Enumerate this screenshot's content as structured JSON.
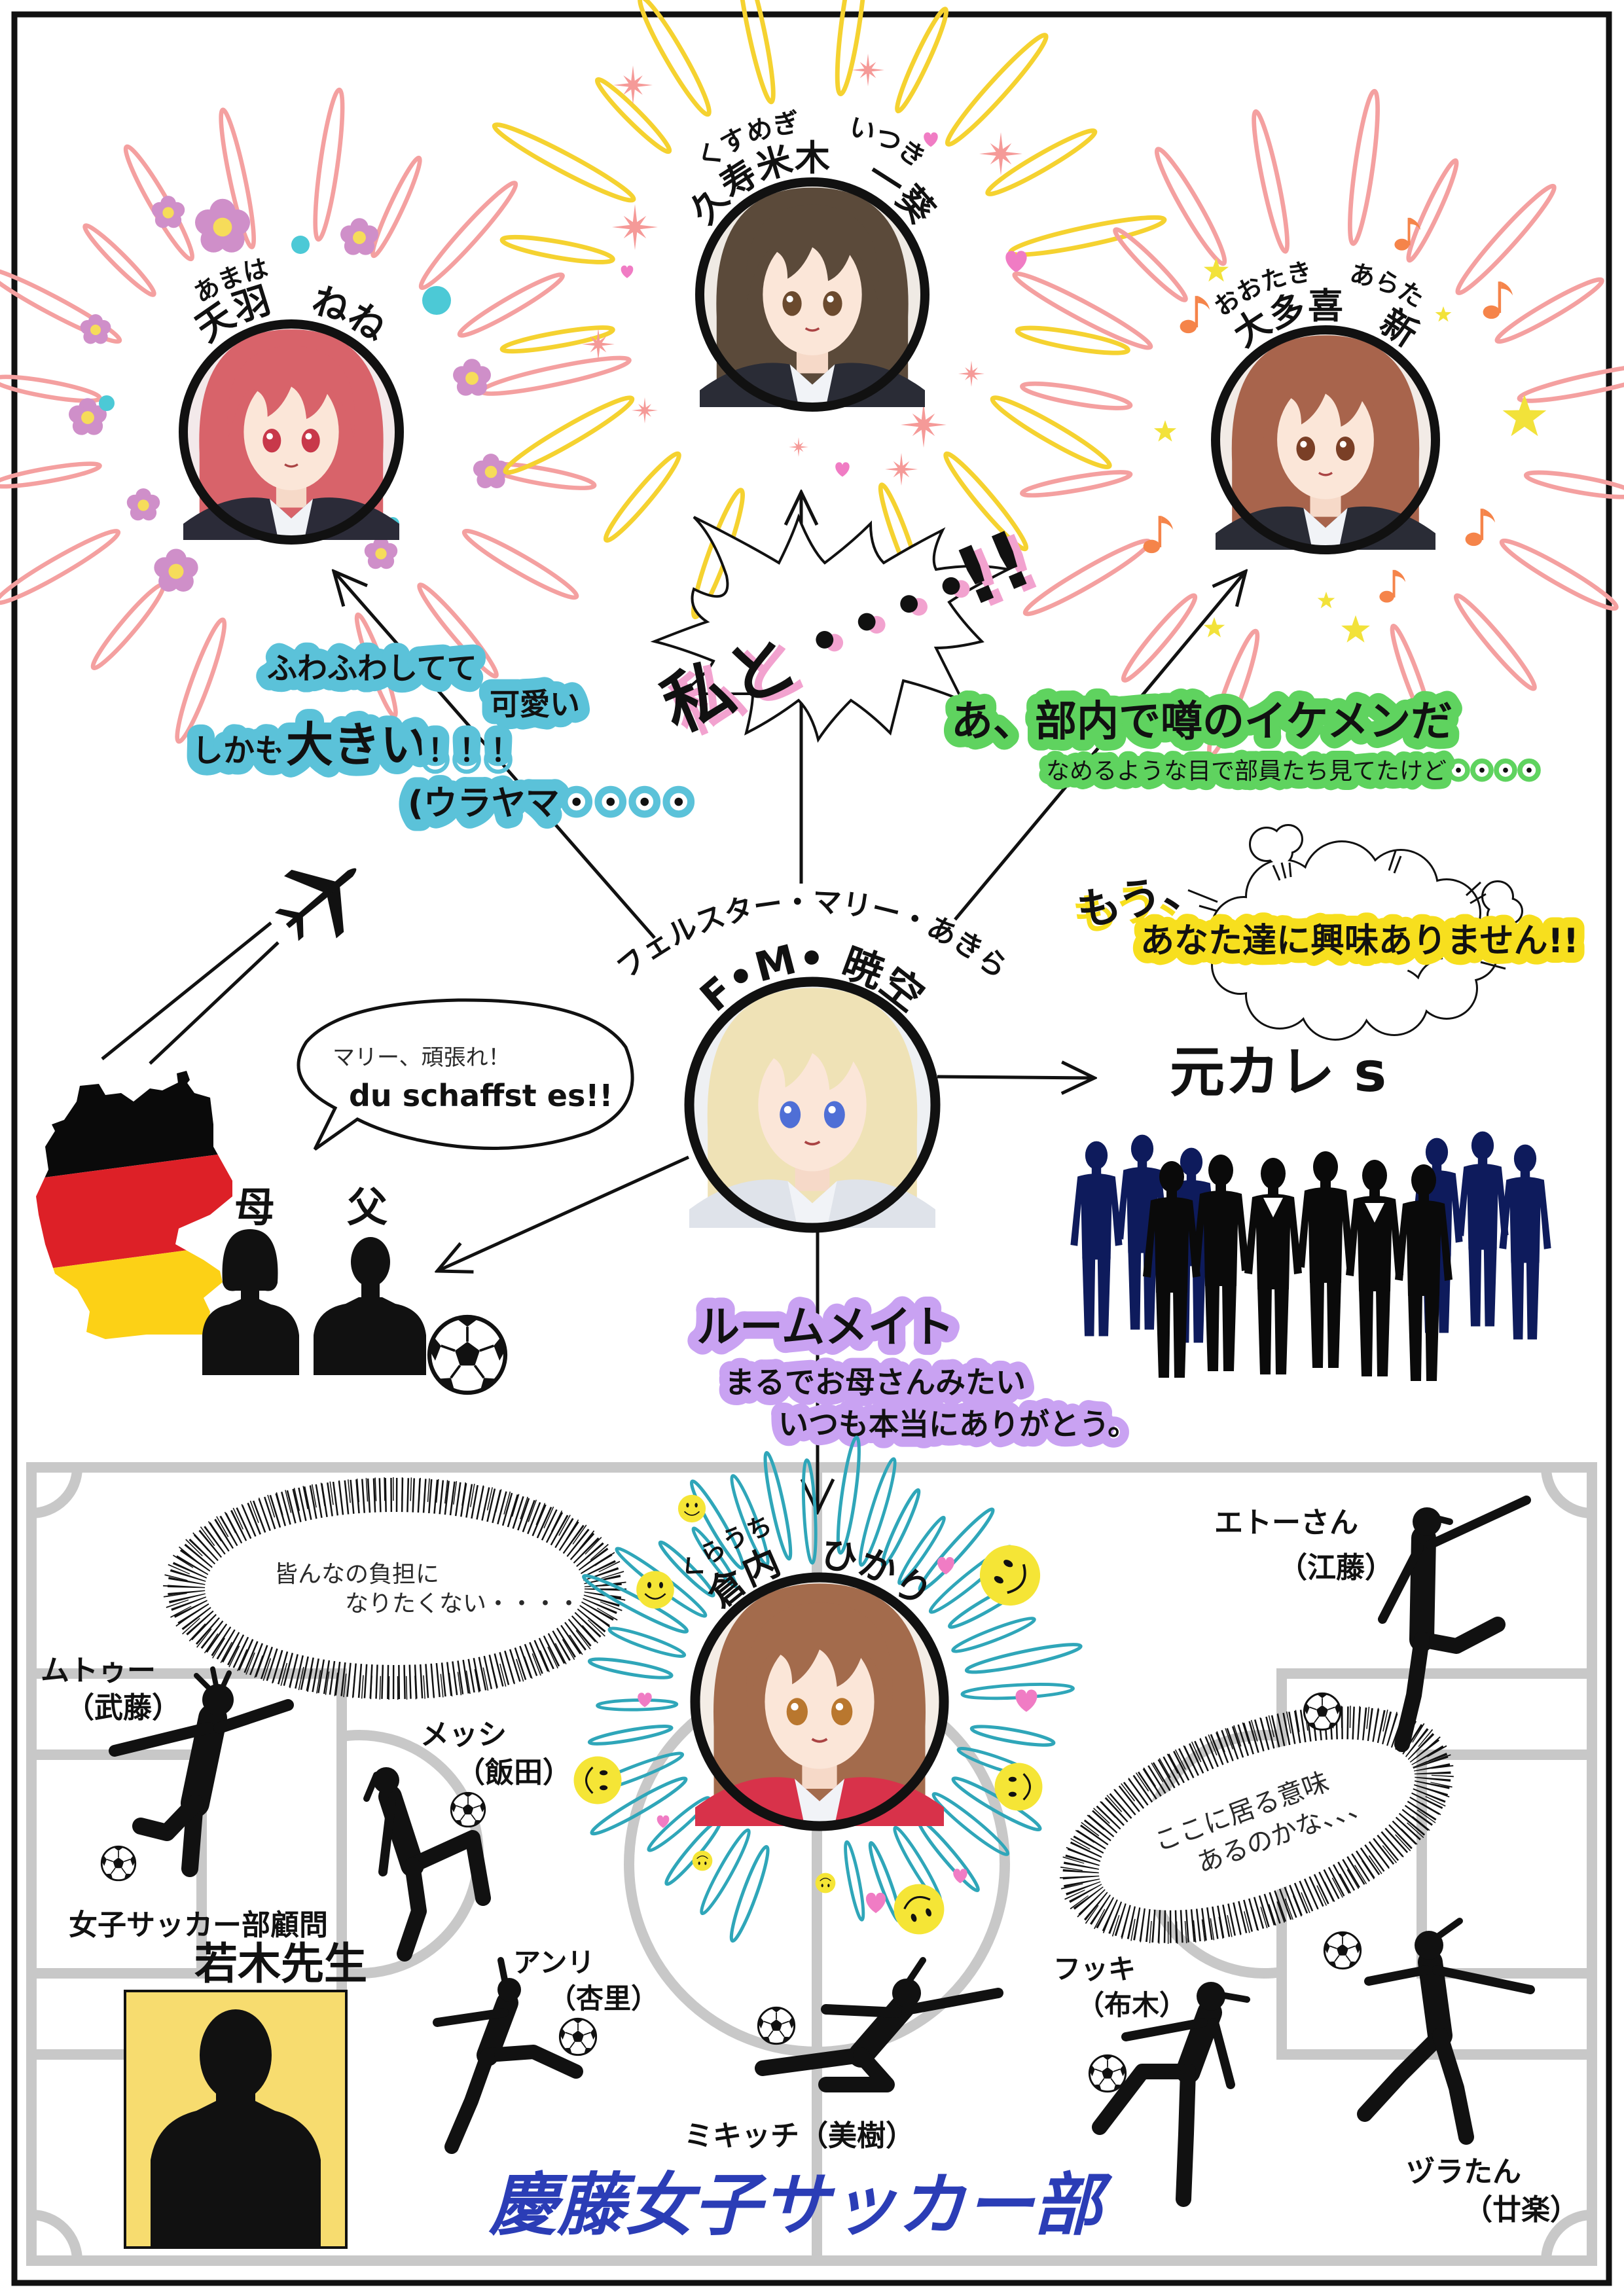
{
  "protagonist": {
    "furigana": "フェルスター・マリー・あきら",
    "name": "F•M• 暁空"
  },
  "characters": {
    "amaha": {
      "furigana_family": "あまは",
      "name": "天羽　ねね"
    },
    "kusumegi": {
      "furigana_family": "くすめぎ",
      "furigana_given": "いつき",
      "name": "久寿米木　一葵"
    },
    "ootaki": {
      "furigana_family": "おおたき",
      "furigana_given": "あらた",
      "name": "大多喜　新"
    },
    "kurauchi": {
      "furigana_family": "くらうち",
      "name": "倉内　ひかり"
    }
  },
  "relations": {
    "amaha": {
      "line1": "ふわふわしてて",
      "line2": "可愛い",
      "line3_a": "しかも",
      "line3_b": "大きい",
      "line3_c": "！！！",
      "line4": "(ウラヤマ・・・・",
      "color": "#5bc2d9"
    },
    "kusumegi": {
      "main": "私と",
      "dots": "・・・・",
      "exclaim": "!!",
      "shadow_color": "#f2a2cf"
    },
    "ootaki": {
      "line1": "あ、部内で噂のイケメンだ",
      "line2": "なめるような目で部員たち見てたけど・・・・",
      "color": "#5fd35f"
    },
    "exes": {
      "label": "元カレ s",
      "prefix": "もう、",
      "line": "あなた達に興味ありません!!",
      "color": "#f7df1e",
      "silhouette_colors": [
        "#0e1b5c",
        "#0a0a0a"
      ]
    },
    "parents": {
      "mother": "母",
      "father": "父",
      "speech_ja": "マリー、頑張れ！",
      "speech_de": "du schaffst es!!",
      "flag_colors": [
        "#0a0a0a",
        "#dd2027",
        "#fcd116"
      ]
    },
    "roommate": {
      "title": "ルームメイト",
      "line1": "まるでお母さんみたい",
      "line2": "いつも本当にありがとう。",
      "color": "#c9a2f2"
    }
  },
  "soccer_club": {
    "title": "慶藤女子サッカー部",
    "title_color": "#2b3db6",
    "pitch_line_color": "#c8c8c8",
    "advisor": {
      "role": "女子サッカー部顧問",
      "name": "若木先生",
      "box_color": "#f7dc6f"
    },
    "players": [
      {
        "nickname": "ムトゥー",
        "real_name": "（武藤）"
      },
      {
        "nickname": "メッシ",
        "real_name": "（飯田）"
      },
      {
        "nickname": "アンリ",
        "real_name": "（杏里）"
      },
      {
        "nickname": "ミキッチ",
        "real_name": "（美樹）"
      },
      {
        "nickname": "フッキ",
        "real_name": "（布木）"
      },
      {
        "nickname": "エトーさん",
        "real_name": "（江藤）"
      },
      {
        "nickname": "ヅラたん",
        "real_name": "（廿楽）"
      }
    ],
    "thoughts": {
      "kurauchi": {
        "line1": "皆んなの負担に",
        "line2": "なりたくない・・・・"
      },
      "member": {
        "line1": "ここに居る意味",
        "line2": "あるのかな、、、"
      }
    }
  },
  "icons": {
    "decor": [
      "flower-icon",
      "dot-icon",
      "sparkle-icon",
      "heart-icon",
      "star-icon",
      "music-note-icon",
      "smiley-icon",
      "soccer-ball-icon",
      "airplane-icon",
      "germany-map-icon"
    ],
    "colors": {
      "flower": "#cf8fc9",
      "dot": "#4cc9d6",
      "sparkle": "#f59a98",
      "heart": "#f07cc4",
      "star": "#f2e23a",
      "note": "#f5844a",
      "smiley": "#f5e536",
      "ray_pink": "#f4a0a0",
      "ray_yellow": "#f5d230",
      "ray_teal": "#2fa6b9"
    }
  }
}
